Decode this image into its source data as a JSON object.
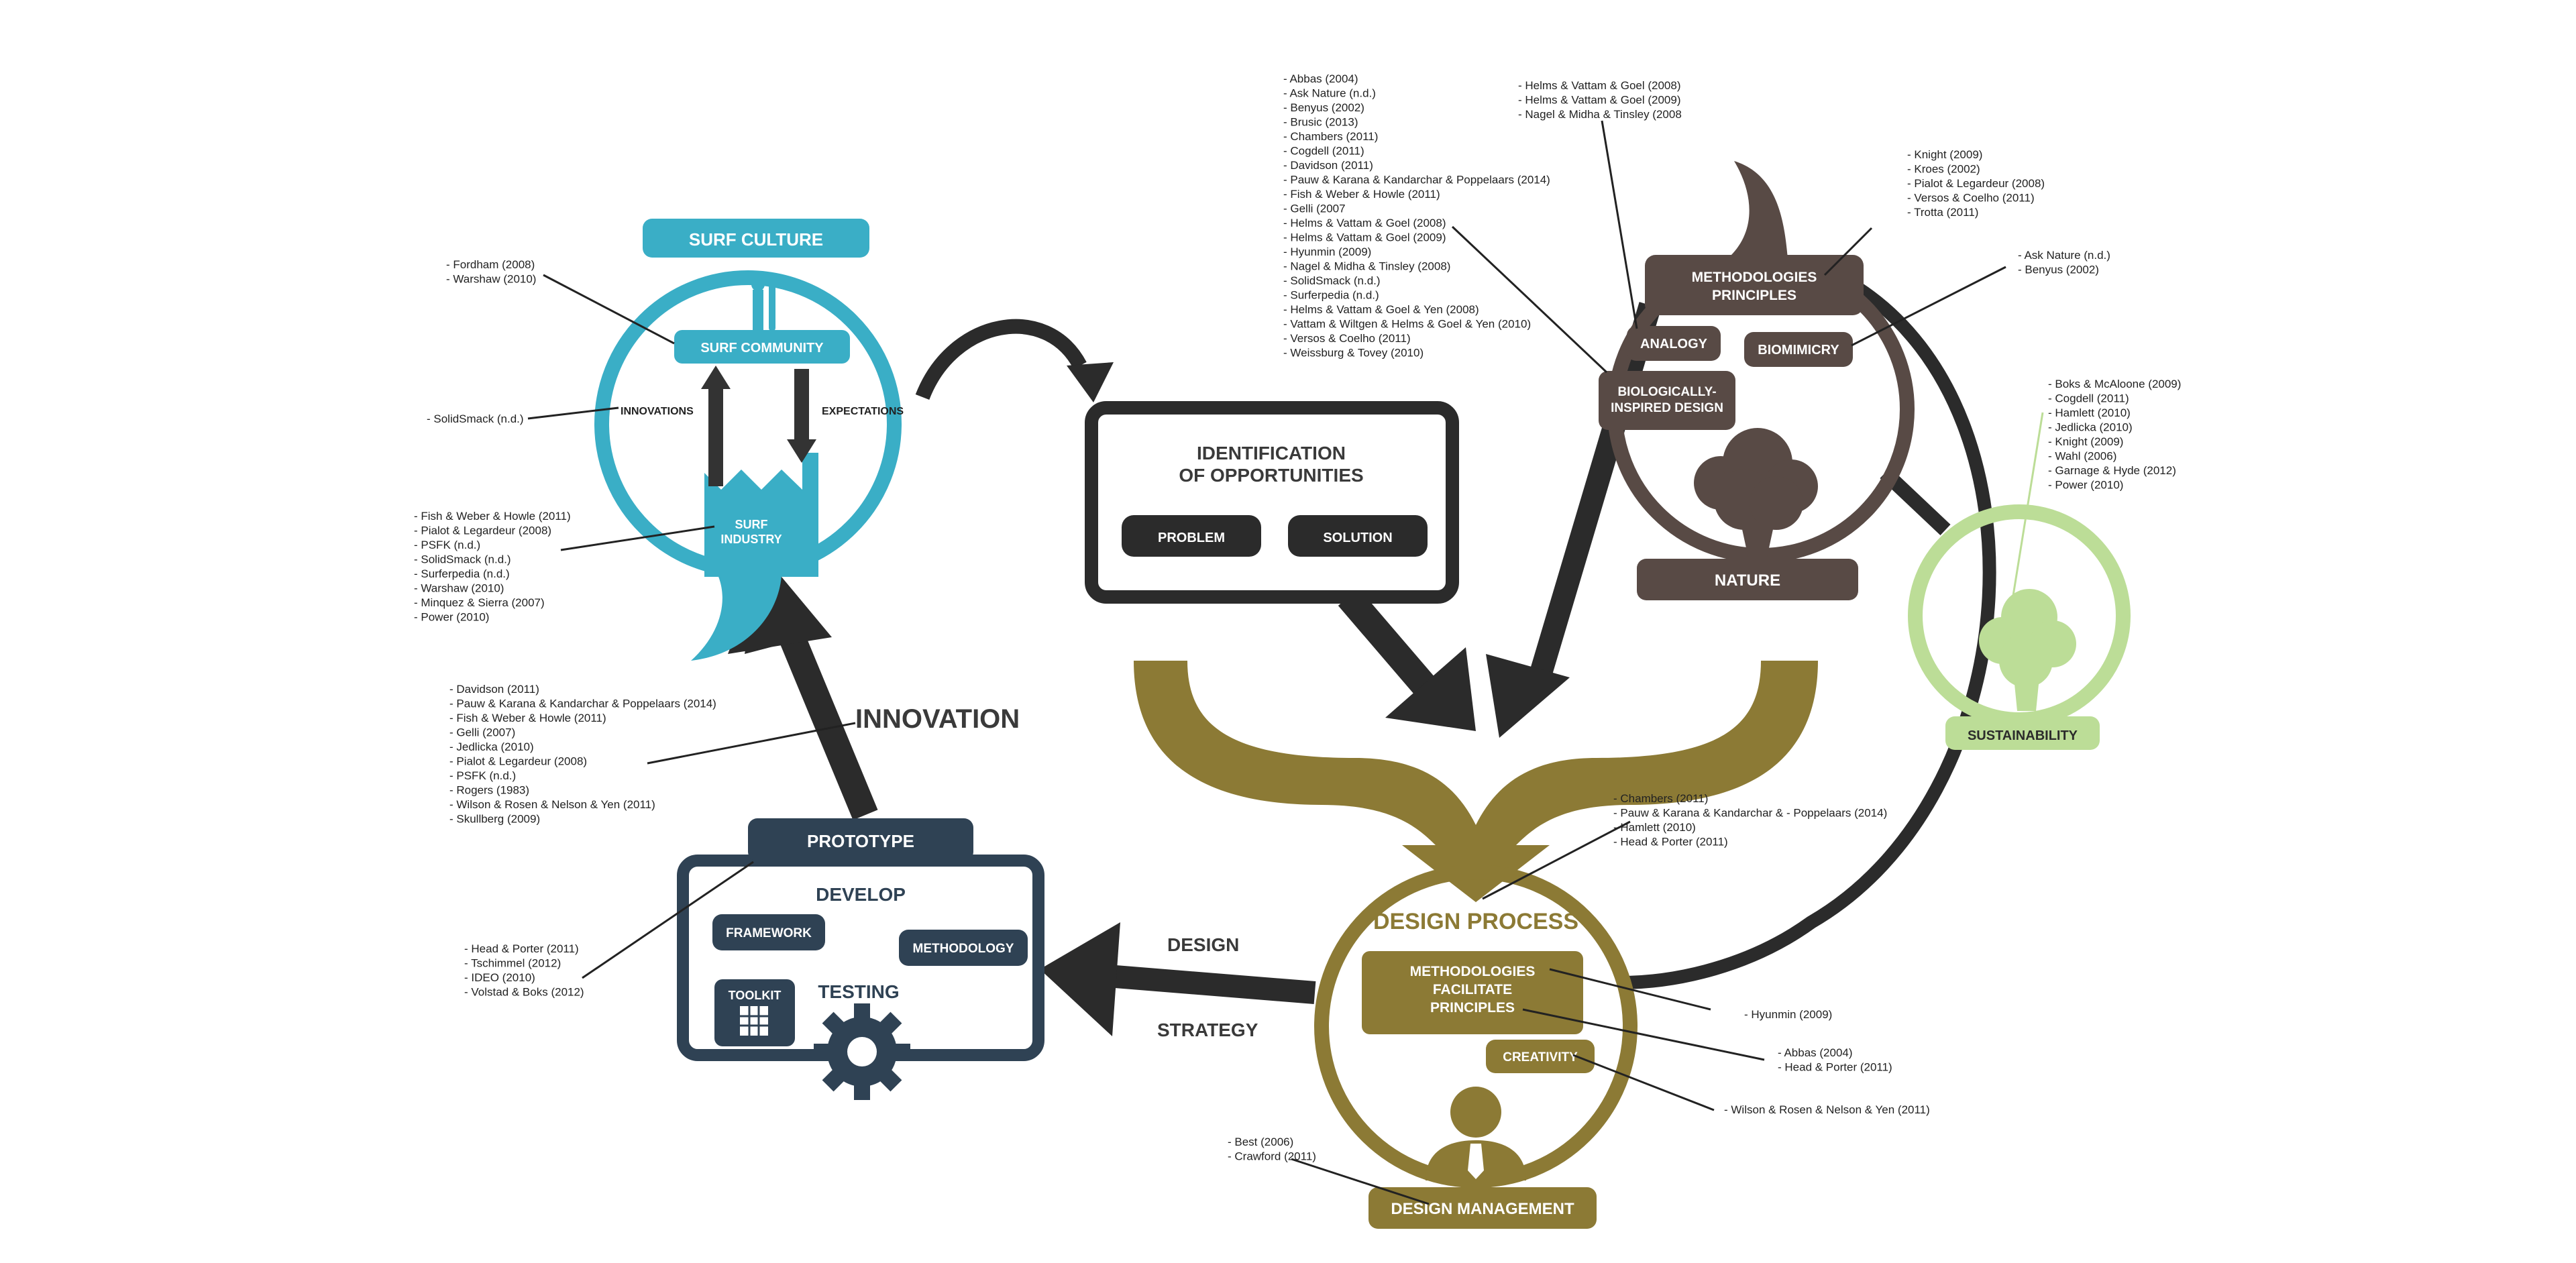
{
  "surf": {
    "title": "SURF CULTURE",
    "community": "SURF COMMUNITY",
    "industry_1": "SURF",
    "industry_2": "INDUSTRY",
    "innovations": "INNOVATIONS",
    "expectations": "EXPECTATIONS",
    "color": "#3aaec6"
  },
  "identification": {
    "title_1": "IDENTIFICATION",
    "title_2": "OF OPPORTUNITIES",
    "problem": "PROBLEM",
    "solution": "SOLUTION"
  },
  "nature": {
    "methodologies_1": "METHODOLOGIES",
    "methodologies_2": "PRINCIPLES",
    "analogy": "ANALOGY",
    "biomimicry": "BIOMIMICRY",
    "bio_1": "BIOLOGICALLY-",
    "bio_2": "INSPIRED DESIGN",
    "nature": "NATURE",
    "color": "#584a45"
  },
  "sustainability": {
    "label": "SUSTAINABILITY",
    "color": "#bcdd97"
  },
  "design_process": {
    "title": "DESIGN PROCESS",
    "meth_1": "METHODOLOGIES",
    "meth_2": "FACILITATE",
    "meth_3": "PRINCIPLES",
    "creativity": "CREATIVITY",
    "management": "DESIGN MANAGEMENT",
    "color": "#8c7a35"
  },
  "prototype": {
    "title": "PROTOTYPE",
    "develop": "DEVELOP",
    "framework": "FRAMEWORK",
    "methodology": "METHODOLOGY",
    "toolkit": "TOOLKIT",
    "testing": "TESTING",
    "color": "#2f4254"
  },
  "arrows": {
    "innovation": "INNOVATION",
    "design": "DESIGN",
    "strategy": "STRATEGY"
  },
  "refs": {
    "surf_culture": [
      "- Fordham (2008)",
      "- Warshaw (2010)"
    ],
    "innovations": [
      "- SolidSmack (n.d.)"
    ],
    "surf_industry": [
      "- Fish & Weber & Howle (2011)",
      "- Pialot & Legardeur (2008)",
      "- PSFK (n.d.)",
      "- SolidSmack (n.d.)",
      "- Surferpedia (n.d.)",
      "- Warshaw (2010)",
      "- Minquez & Sierra (2007)",
      "- Power (2010)"
    ],
    "innovation": [
      "- Davidson (2011)",
      "- Pauw & Karana & Kandarchar & Poppelaars (2014)",
      "- Fish & Weber & Howle (2011)",
      "- Gelli (2007)",
      "- Jedlicka (2010)",
      "- Pialot & Legardeur (2008)",
      "- PSFK (n.d.)",
      "- Rogers (1983)",
      "- Wilson & Rosen & Nelson & Yen (2011)",
      "- Skullberg (2009)"
    ],
    "prototype": [
      "- Head & Porter (2011)",
      "- Tschimmel (2012)",
      "- IDEO (2010)",
      "- Volstad & Boks (2012)"
    ],
    "bio_design": [
      "- Abbas (2004)",
      "- Ask Nature (n.d.)",
      "- Benyus (2002)",
      "- Brusic (2013)",
      "- Chambers (2011)",
      "- Cogdell (2011)",
      "- Davidson (2011)",
      "- Pauw & Karana & Kandarchar & Poppelaars (2014)",
      "- Fish & Weber & Howle (2011)",
      "- Gelli (2007",
      "- Helms & Vattam & Goel (2008)",
      "- Helms & Vattam & Goel (2009)",
      "- Hyunmin (2009)",
      "- Nagel & Midha & Tinsley (2008)",
      "- SolidSmack (n.d.)",
      "- Surferpedia (n.d.)",
      "- Helms & Vattam & Goel & Yen (2008)",
      "- Vattam & Wiltgen & Helms & Goel & Yen (2010)",
      "- Versos & Coelho (2011)",
      "- Weissburg & Tovey (2010)"
    ],
    "analogy": [
      "- Helms & Vattam & Goel (2008)",
      "- Helms & Vattam & Goel (2009)",
      "- Nagel & Midha & Tinsley (2008"
    ],
    "methodologies": [
      "- Knight (2009)",
      "- Kroes (2002)",
      "- Pialot & Legardeur (2008)",
      "- Versos & Coelho (2011)",
      "- Trotta (2011)"
    ],
    "biomimicry": [
      "- Ask Nature (n.d.)",
      "- Benyus (2002)"
    ],
    "sustainability": [
      "- Boks & McAloone (2009)",
      "- Cogdell (2011)",
      "- Hamlett (2010)",
      "- Jedlicka (2010)",
      "- Knight (2009)",
      "- Wahl (2006)",
      "- Garnage & Hyde (2012)",
      "- Power (2010)"
    ],
    "design_process": [
      "- Chambers (2011)",
      "- Pauw & Karana & Kandarchar & - Poppelaars (2014)",
      "- Hamlett (2010)",
      "- Head & Porter (2011)"
    ],
    "meth_facilitate": [
      "- Hyunmin (2009)"
    ],
    "principles": [
      "- Abbas (2004)",
      "- Head & Porter (2011)"
    ],
    "creativity": [
      "- Wilson & Rosen & Nelson & Yen (2011)"
    ],
    "management": [
      "- Best (2006)",
      "- Crawford (2011)"
    ]
  }
}
